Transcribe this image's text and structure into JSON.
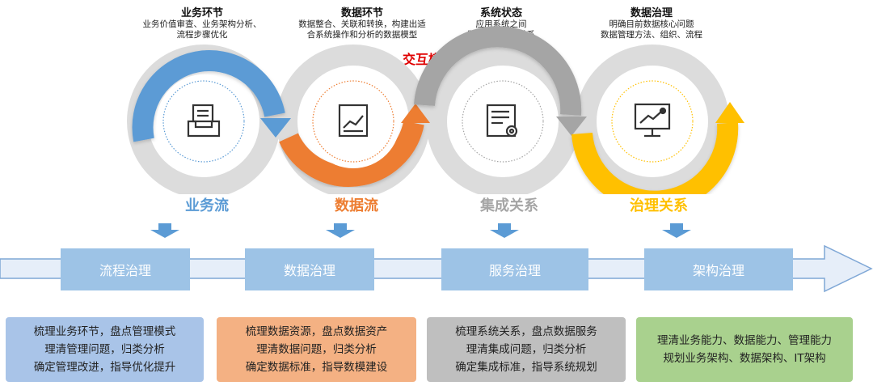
{
  "phases": [
    {
      "title": "业务环节",
      "desc": [
        "业务价值审查、业务架构分析、",
        "流程步骤优化"
      ],
      "color": "#5b9bd5"
    },
    {
      "title": "数据环节",
      "desc": [
        "数据整合、关联和转换，构建出适",
        "合系统操作和分析的数据模型"
      ],
      "color": "#ed7d31"
    },
    {
      "title": "系统状态",
      "desc": [
        "应用系统之间",
        "数据流向逻辑关系"
      ],
      "color": "#a5a5a5"
    },
    {
      "title": "数据治理",
      "desc": [
        "明确目前数据核心问题",
        "数据管理方法、组织、流程"
      ],
      "color": "#ffc000"
    }
  ],
  "center_title": "交互模型",
  "center_title_color": "#e00000",
  "icons": [
    "document-tray-icon",
    "chart-document-icon",
    "settings-document-icon",
    "presentation-chart-icon"
  ],
  "flows": [
    {
      "label": "业务流",
      "color": "#5b9bd5"
    },
    {
      "label": "数据流",
      "color": "#ed7d31"
    },
    {
      "label": "集成关系",
      "color": "#a5a5a5"
    },
    {
      "label": "治理关系",
      "color": "#ffc000"
    }
  ],
  "stages": [
    "流程治理",
    "数据治理",
    "服务治理",
    "架构治理"
  ],
  "boxes": [
    {
      "lines": [
        "梳理业务环节，盘点管理模式",
        "理清管理问题，归类分析",
        "确定管理改进，指导优化提升"
      ],
      "bg": "#a9c4e8"
    },
    {
      "lines": [
        "梳理数据资源，盘点数据资产",
        "理清数据问题，归类分析",
        "确定数据标准，指导数模建设"
      ],
      "bg": "#f4b183"
    },
    {
      "lines": [
        "梳理系统关系，盘点数据服务",
        "理清集成问题，归类分析",
        "确定集成标准，指导系统规划"
      ],
      "bg": "#bfbfbf"
    },
    {
      "lines": [
        "理清业务能力、数据能力、管理能力",
        "规划业务架构、数据架构、IT架构"
      ],
      "bg": "#a9d18e"
    }
  ]
}
